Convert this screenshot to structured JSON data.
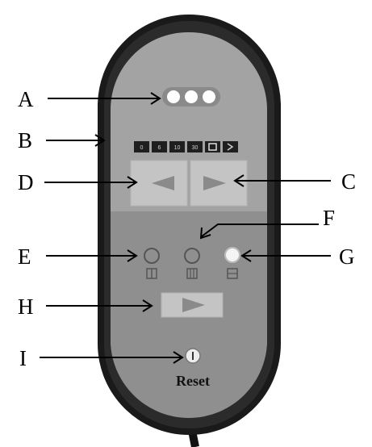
{
  "figure": {
    "callouts": [
      {
        "letter": "A",
        "target": "led-indicators"
      },
      {
        "letter": "B",
        "target": "timer-scale"
      },
      {
        "letter": "C",
        "target": "right-arrow-button"
      },
      {
        "letter": "D",
        "target": "left-arrow-button"
      },
      {
        "letter": "E",
        "target": "mode-button-1"
      },
      {
        "letter": "F",
        "target": "mode-button-2"
      },
      {
        "letter": "G",
        "target": "mode-button-3"
      },
      {
        "letter": "H",
        "target": "start-button"
      },
      {
        "letter": "I",
        "target": "reset-button"
      }
    ],
    "timer_scale": [
      "0",
      "6",
      "10",
      "30",
      "",
      ""
    ],
    "reset_label": "Reset",
    "colors": {
      "case": "#1a1a1a",
      "faceplate": "#a3a3a3",
      "lower_panel": "#8f8f8f",
      "button_face": "#c4c4c4",
      "arrow": "#8a8a8a",
      "led": "#ffffff",
      "lit_indicator": "#f4f4f4"
    }
  }
}
